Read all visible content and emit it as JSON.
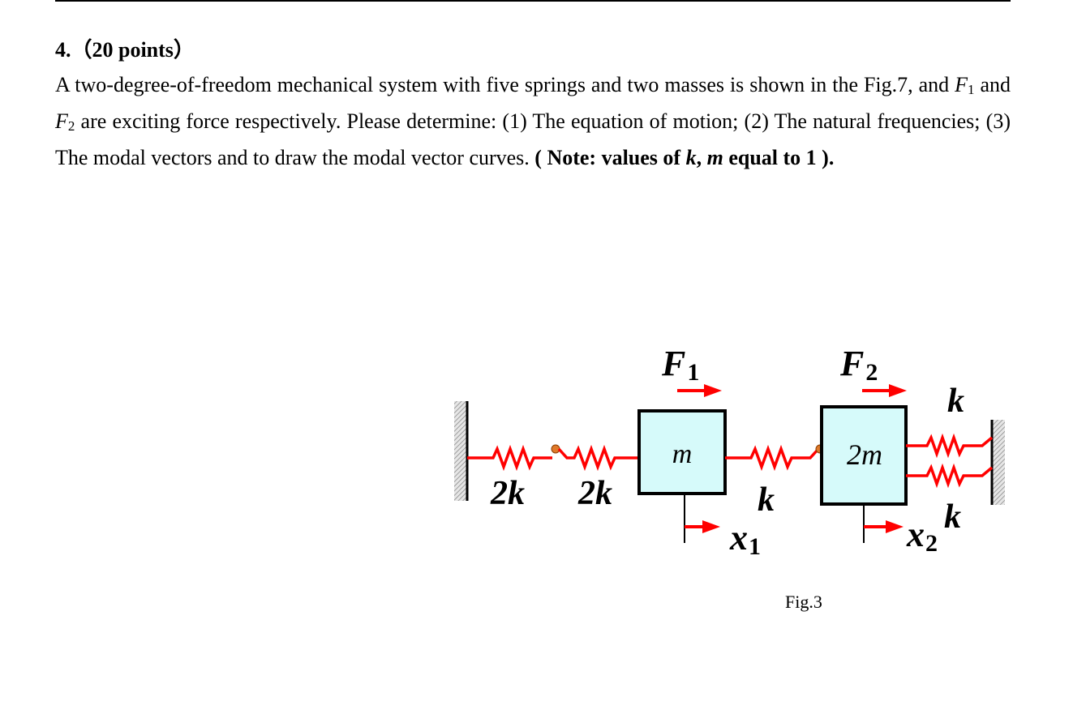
{
  "problem": {
    "number": "4.",
    "points": "（20 points）",
    "text_1": "A two-degree-of-freedom mechanical system with five springs and two masses is shown in the Fig.7, and ",
    "f1_symbol": "F",
    "f1_sub": "1",
    "text_and": " and ",
    "f2_symbol": "F",
    "f2_sub": "2",
    "text_2": " are exciting force respectively. Please determine: (1) The equation of motion; (2) The natural frequencies; (3) The modal vectors and to draw the modal vector curves. ",
    "note_open": "( Note: values of ",
    "note_k": "k",
    "note_comma": ", ",
    "note_m": "m",
    "note_close": " equal to 1 )."
  },
  "figure": {
    "caption": "Fig.3",
    "labels": {
      "f1": "F",
      "f1_sub": "1",
      "f2": "F",
      "f2_sub": "2",
      "x1": "x",
      "x1_sub": "1",
      "x2": "x",
      "x2_sub": "2",
      "mass1": "m",
      "mass2": "2m",
      "spring_left_1": "2k",
      "spring_left_2": "2k",
      "spring_middle": "k",
      "spring_right_top": "k",
      "spring_right_bottom": "k"
    },
    "colors": {
      "spring": "#ff0000",
      "arrow": "#ff0000",
      "mass_fill": "#d6fafa",
      "joint": "#e07a2a",
      "wall": "#9a9a9a"
    }
  }
}
